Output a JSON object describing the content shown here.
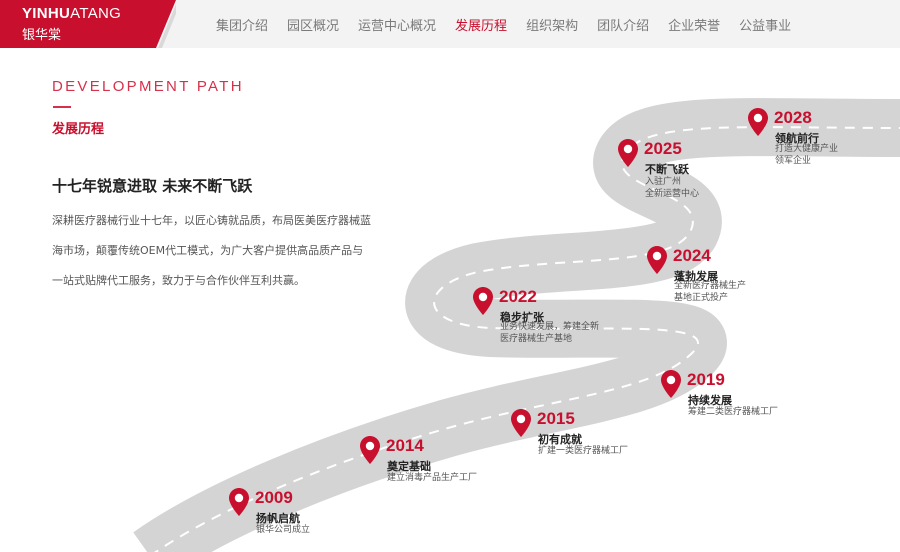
{
  "header": {
    "logo": {
      "brand_bold": "YINHU",
      "brand_thin": "ATANG",
      "brand_cn": "银华棠"
    },
    "nav": [
      {
        "label": "集团介绍",
        "active": false
      },
      {
        "label": "园区概况",
        "active": false
      },
      {
        "label": "运营中心概况",
        "active": false
      },
      {
        "label": "发展历程",
        "active": true
      },
      {
        "label": "组织架构",
        "active": false
      },
      {
        "label": "团队介绍",
        "active": false
      },
      {
        "label": "企业荣誉",
        "active": false
      },
      {
        "label": "公益事业",
        "active": false
      }
    ]
  },
  "intro": {
    "section_en": "DEVELOPMENT PATH",
    "section_cn": "发展历程",
    "slogan": "十七年锐意进取 未来不断飞跃",
    "description": [
      "深耕医疗器械行业十七年，以匠心铸就品质，布局医美医疗器械蓝",
      "海市场，颠覆传统OEM代工模式，为广大客户提供高品质产品与",
      "一站式贴牌代工服务，致力于与合作伙伴互利共赢。"
    ]
  },
  "milestones": [
    {
      "year": "2009",
      "title": "扬帆启航",
      "lines": [
        "银华公司成立"
      ]
    },
    {
      "year": "2014",
      "title": "奠定基础",
      "lines": [
        "建立消毒产品生产工厂"
      ]
    },
    {
      "year": "2015",
      "title": "初有成就",
      "lines": [
        "扩建一类医疗器械工厂"
      ]
    },
    {
      "year": "2019",
      "title": "持续发展",
      "lines": [
        "筹建二类医疗器械工厂"
      ]
    },
    {
      "year": "2022",
      "title": "稳步扩张",
      "lines": [
        "业务快速发展，筹建全新",
        "医疗器械生产基地"
      ]
    },
    {
      "year": "2024",
      "title": "蓬勃发展",
      "lines": [
        "全新医疗器械生产",
        "基地正式投产"
      ]
    },
    {
      "year": "2025",
      "title": "不断飞跃",
      "lines": [
        "入驻广州",
        "全新运营中心"
      ]
    },
    {
      "year": "2028",
      "title": "领航前行",
      "lines": [
        "打造大健康产业",
        "领军企业"
      ]
    }
  ],
  "colors": {
    "accent": "#c8102e",
    "road": "#d4d4d4",
    "road_line": "#ffffff",
    "header_bg": "#f3f3f3"
  },
  "icons": {
    "milestone": "map-pin-icon"
  }
}
